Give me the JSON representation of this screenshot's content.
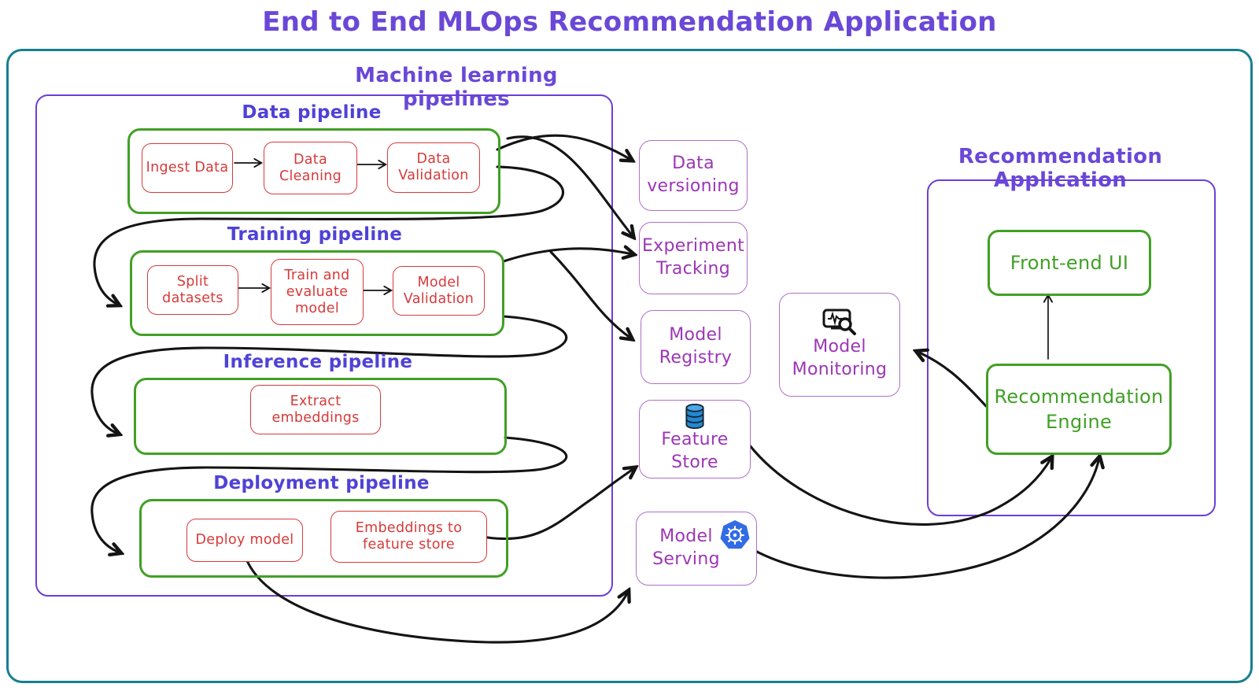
{
  "title": "End to End MLOps Recommendation Application",
  "ml": {
    "label": "Machine learning pipelines",
    "data_pipeline": {
      "label": "Data pipeline",
      "steps": {
        "ingest": "Ingest Data",
        "cleaning": "Data Cleaning",
        "validation": "Data Validation"
      }
    },
    "training_pipeline": {
      "label": "Training pipeline",
      "steps": {
        "split": "Split datasets",
        "train": "Train and evaluate model",
        "validation": "Model Validation"
      }
    },
    "inference_pipeline": {
      "label": "Inference pipeline",
      "steps": {
        "extract": "Extract embeddings"
      }
    },
    "deployment_pipeline": {
      "label": "Deployment pipeline",
      "steps": {
        "deploy": "Deploy model",
        "embeddings": "Embeddings to feature store"
      }
    }
  },
  "services": {
    "data_versioning": "Data versioning",
    "experiment_tracking": "Experiment Tracking",
    "model_registry": "Model Registry",
    "feature_store": "Feature Store",
    "model_serving": "Model Serving",
    "model_monitoring": "Model Monitoring"
  },
  "app": {
    "label": "Recommendation Application",
    "frontend_ui": "Front-end UI",
    "engine": "Recommendation Engine"
  },
  "icons": {
    "feature_store": "database-icon",
    "model_serving": "kubernetes-icon",
    "model_monitoring": "model-monitoring-icon"
  },
  "colors": {
    "title": "#6a48d7",
    "pipeline-label": "#4f42d6",
    "red": "#d73a3a",
    "green": "#41a025",
    "magenta": "#9c36b5",
    "magenta-border": "#b06fc9",
    "violet": "#6b3fd6",
    "teal": "#177f90",
    "arrow": "#141414",
    "k8s-blue": "#326ce5",
    "db-blue": "#2288d1"
  }
}
